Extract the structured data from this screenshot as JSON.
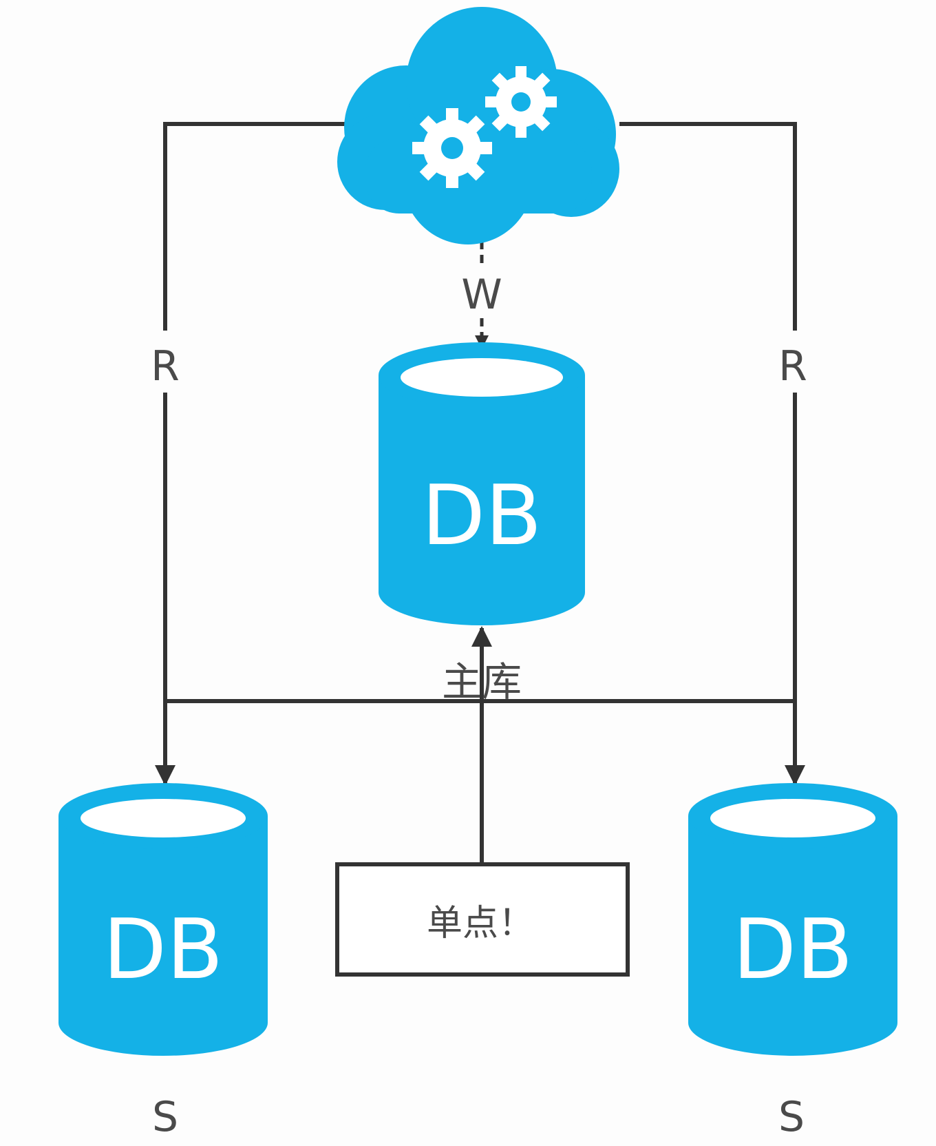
{
  "labels": {
    "read_left": "R",
    "read_right": "R",
    "write": "W",
    "master": "主库",
    "slave_left": "S",
    "slave_right": "S",
    "single_point": "单点！"
  },
  "databases": {
    "master": "DB",
    "slave_left": "DB",
    "slave_right": "DB"
  },
  "colors": {
    "db_blue": "#14b1e7",
    "line": "#333333"
  },
  "icons": {
    "app": "cloud-gears-icon"
  }
}
